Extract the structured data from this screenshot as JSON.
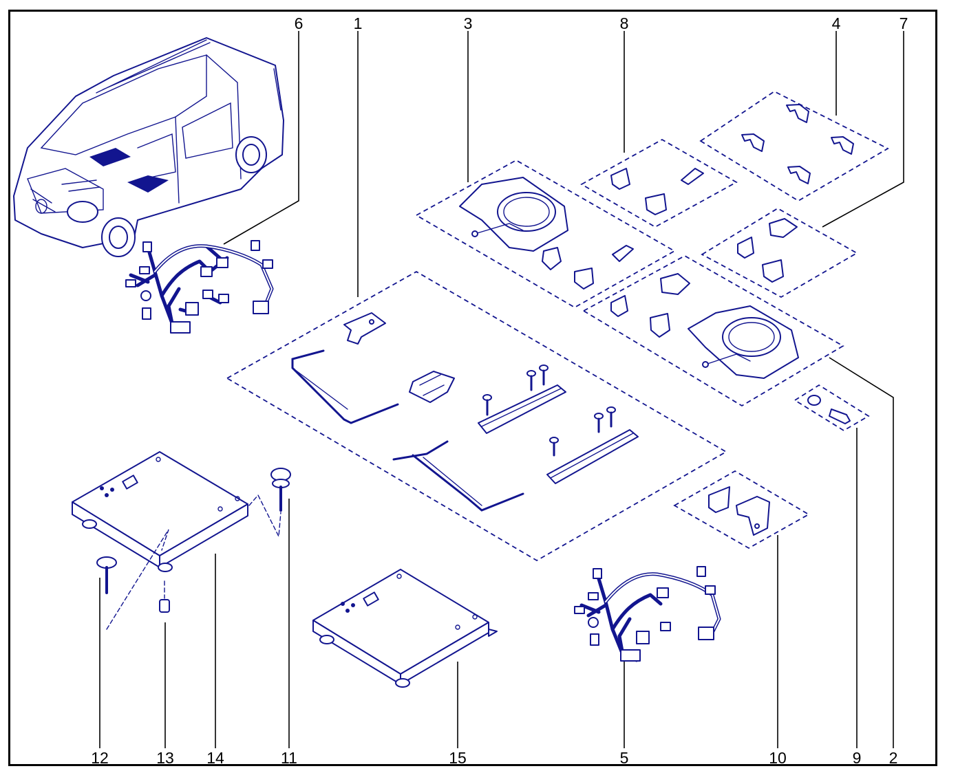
{
  "callouts": {
    "c1": "1",
    "c2": "2",
    "c3": "3",
    "c4": "4",
    "c5": "5",
    "c6": "6",
    "c7": "7",
    "c8": "8",
    "c9": "9",
    "c10": "10",
    "c11": "11",
    "c12": "12",
    "c13": "13",
    "c14": "14",
    "c15": "15"
  },
  "colors": {
    "line_art": "#12158f",
    "leader": "#000000",
    "background": "#ffffff"
  }
}
